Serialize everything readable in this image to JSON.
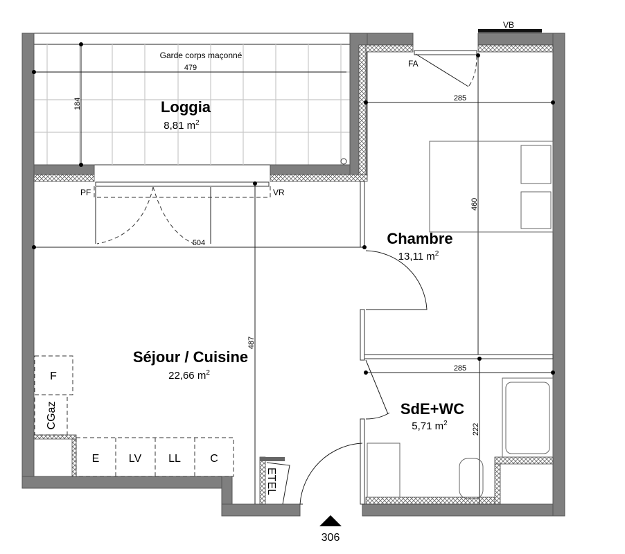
{
  "rooms": {
    "loggia": {
      "name": "Loggia",
      "area": "8,81 m",
      "unit_exp": "2"
    },
    "chambre": {
      "name": "Chambre",
      "area": "13,11 m",
      "unit_exp": "2"
    },
    "sejour": {
      "name": "Séjour / Cuisine",
      "area": "22,66 m",
      "unit_exp": "2"
    },
    "sde": {
      "name": "SdE+WC",
      "area": "5,71 m",
      "unit_exp": "2"
    }
  },
  "annotations": {
    "railing": "Garde corps maçonné",
    "pf": "PF",
    "vr": "VR",
    "fa": "FA",
    "vb": "VB",
    "etel": "ETEL",
    "lot_number": "306"
  },
  "dimensions": {
    "loggia_width": "479",
    "loggia_depth": "184",
    "sejour_width": "504",
    "sejour_depth": "487",
    "chambre_width": "285",
    "chambre_depth": "460",
    "sde_width": "285",
    "sde_depth": "222"
  },
  "kitchen": {
    "fridge": "F",
    "gas_meter": "CGaz",
    "items": [
      "E",
      "LV",
      "LL",
      "C"
    ]
  }
}
